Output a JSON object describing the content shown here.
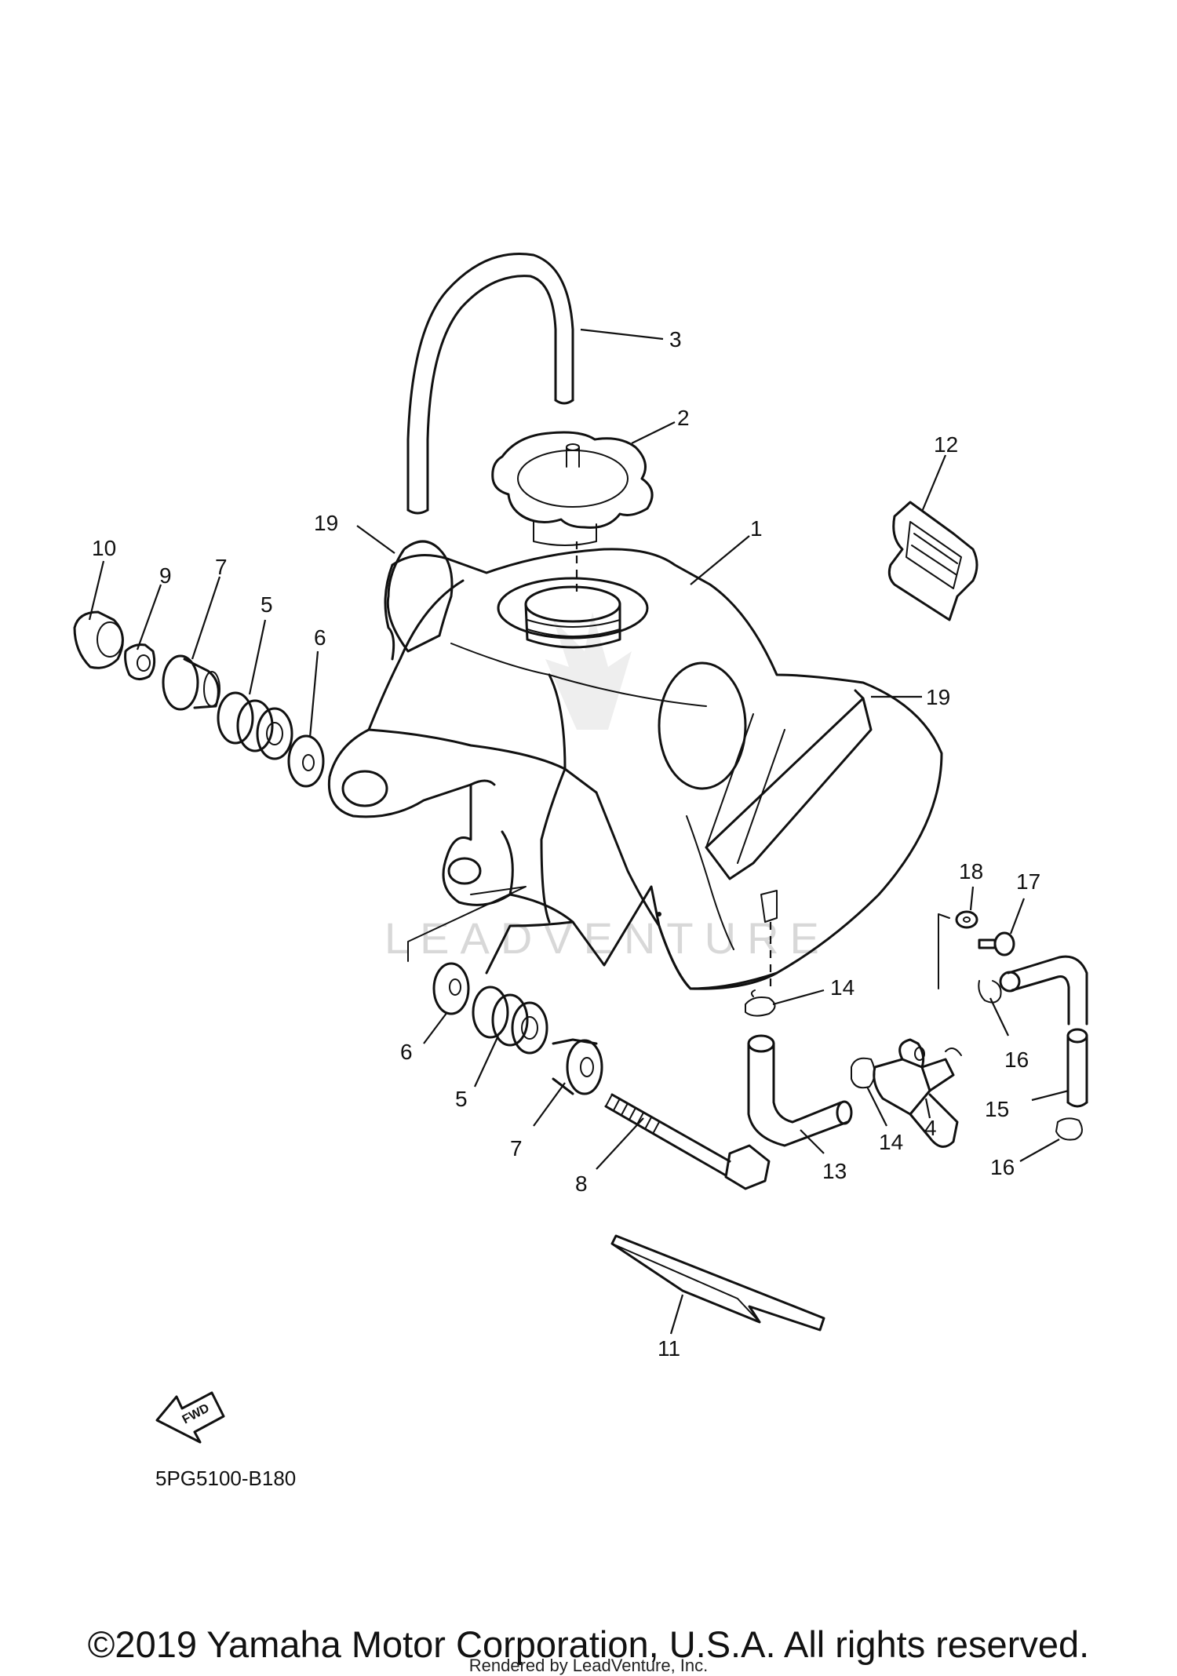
{
  "diagram": {
    "drawing_code": "5PG5100-B180",
    "fwd_label": "FWD",
    "watermark_text": "LEADVENTURE",
    "callouts": {
      "c1": "1",
      "c2": "2",
      "c3": "3",
      "c4": "4",
      "c5a": "5",
      "c5b": "5",
      "c6a": "6",
      "c6b": "6",
      "c7a": "7",
      "c7b": "7",
      "c8": "8",
      "c9": "9",
      "c10": "10",
      "c11": "11",
      "c12": "12",
      "c13": "13",
      "c14a": "14",
      "c14b": "14",
      "c15": "15",
      "c16a": "16",
      "c16b": "16",
      "c17": "17",
      "c18": "18",
      "c19a": "19",
      "c19b": "19"
    },
    "line_color": "#111111"
  },
  "footer": {
    "copyright": "©2019 Yamaha Motor Corporation, U.S.A. All rights reserved.",
    "rendered_by": "Rendered by LeadVenture, Inc."
  }
}
